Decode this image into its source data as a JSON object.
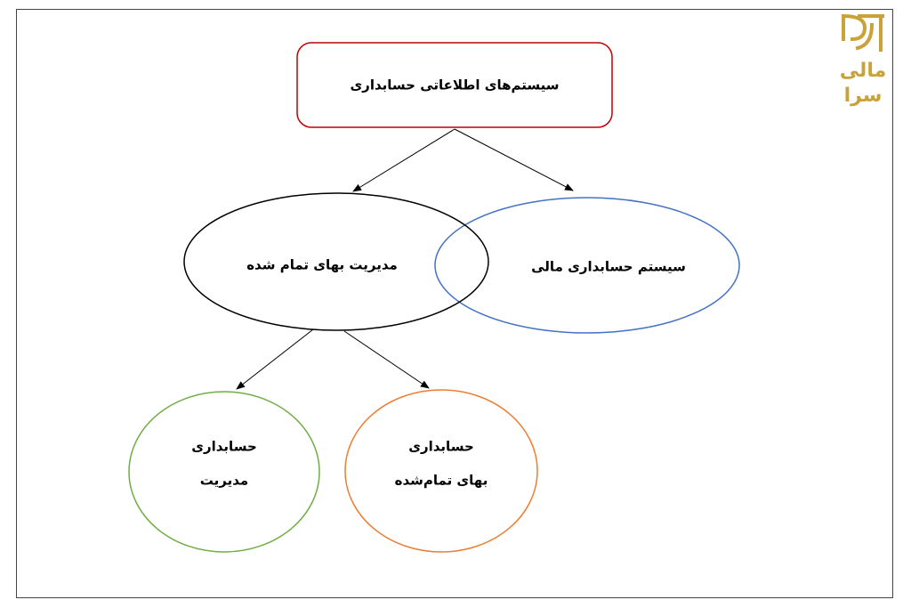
{
  "colors": {
    "root_border": "#c00000",
    "financial_border": "#4472c4",
    "cost_mgmt_border": "#000000",
    "mgmt_accounting_border": "#70ad47",
    "cost_accounting_border": "#ed7d31",
    "logo": "#c9a23a",
    "arrow": "#000000"
  },
  "logo": {
    "icon": "mali-sara-logo-icon",
    "line1": "مالی",
    "line2": "سرا"
  },
  "nodes": {
    "root": {
      "label": "سیستم‌های اطلاعاتی حسابداری"
    },
    "cost_management": {
      "label": "مدیریت بهای تمام شده"
    },
    "financial_accounting": {
      "label": "سیستم حسابداری مالی"
    },
    "management_accounting": {
      "line1": "حسابداری",
      "line2": "مدیریت"
    },
    "cost_accounting": {
      "line1": "حسابداری",
      "line2": "بهای تمام‌شده"
    }
  }
}
